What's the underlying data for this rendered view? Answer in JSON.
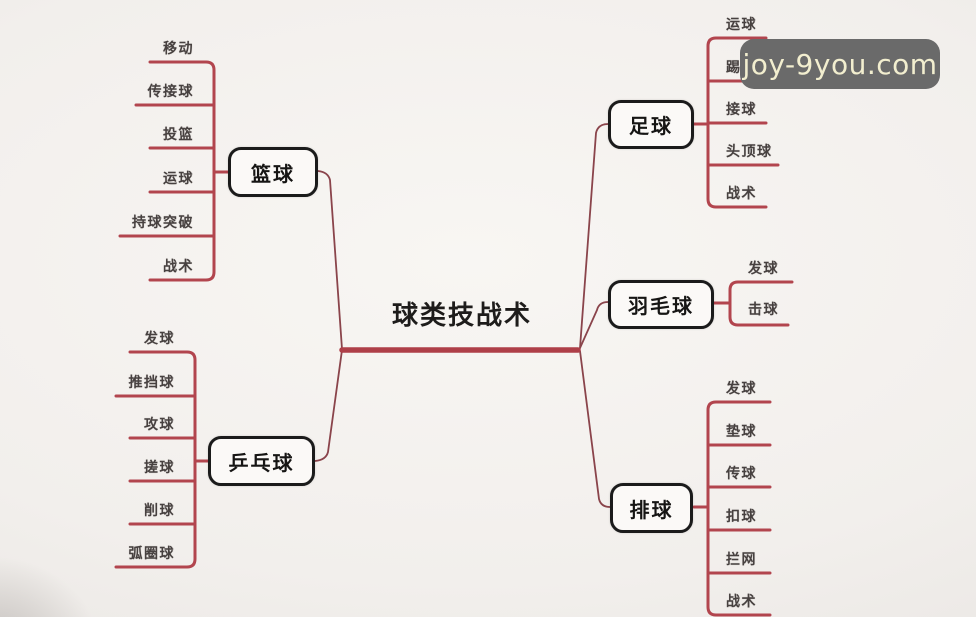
{
  "title": "球类技战术",
  "watermark": "joy-9you.com",
  "colors": {
    "branch_line": "#b2454e",
    "connector_line": "#8a444b",
    "root_line": "#ae3f48",
    "node_border": "#1b1b1b",
    "watermark_bg": "#6a6a6a",
    "watermark_text": "#f2eecf"
  },
  "branches": [
    {
      "label": "篮球",
      "side": "left",
      "children": [
        "移动",
        "传接球",
        "投篮",
        "运球",
        "持球突破",
        "战术"
      ]
    },
    {
      "label": "乒乓球",
      "side": "left",
      "children": [
        "发球",
        "推挡球",
        "攻球",
        "搓球",
        "削球",
        "弧圈球"
      ]
    },
    {
      "label": "足球",
      "side": "right",
      "children": [
        "运球",
        "踢球",
        "接球",
        "头顶球",
        "战术"
      ]
    },
    {
      "label": "羽毛球",
      "side": "right",
      "children": [
        "发球",
        "击球"
      ]
    },
    {
      "label": "排球",
      "side": "right",
      "children": [
        "发球",
        "垫球",
        "传球",
        "扣球",
        "拦网",
        "战术"
      ]
    }
  ]
}
